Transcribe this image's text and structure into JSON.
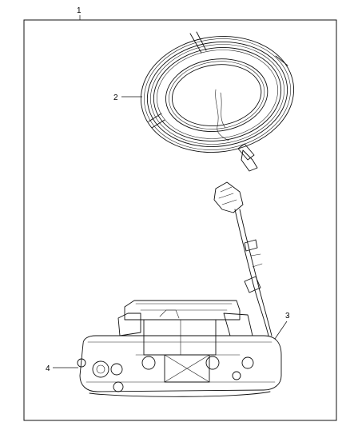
{
  "callouts": [
    {
      "id": "1",
      "label": "1"
    },
    {
      "id": "2",
      "label": "2"
    },
    {
      "id": "3",
      "label": "3"
    },
    {
      "id": "4",
      "label": "4"
    }
  ],
  "colors": {
    "ink": "#111111",
    "background": "#ffffff"
  }
}
